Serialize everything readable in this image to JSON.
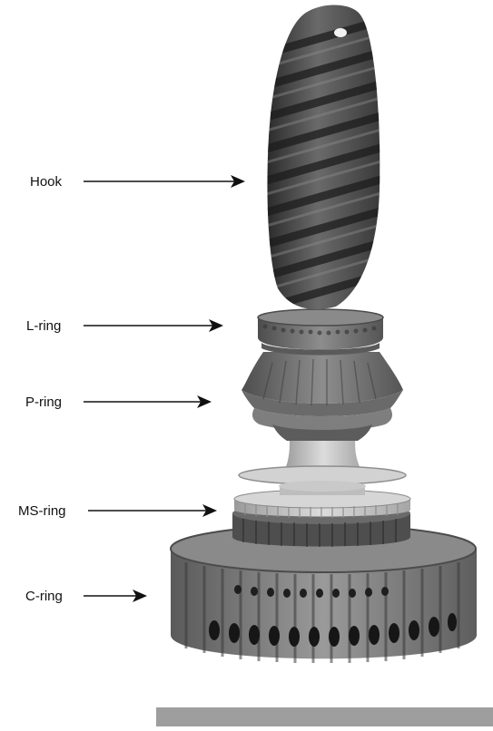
{
  "labels": {
    "hook": "Hook",
    "l_ring": "L-ring",
    "p_ring": "P-ring",
    "ms_ring": "MS-ring",
    "c_ring": "C-ring"
  },
  "colors": {
    "hook": "#4a4a4a",
    "l_ring": "#6e6e6e",
    "p_ring": "#767676",
    "rod": "#9a9a9a",
    "ms_ring": "#bcbcbc",
    "c_ring": "#7c7c7c",
    "scale_bar": "#9e9e9e"
  }
}
